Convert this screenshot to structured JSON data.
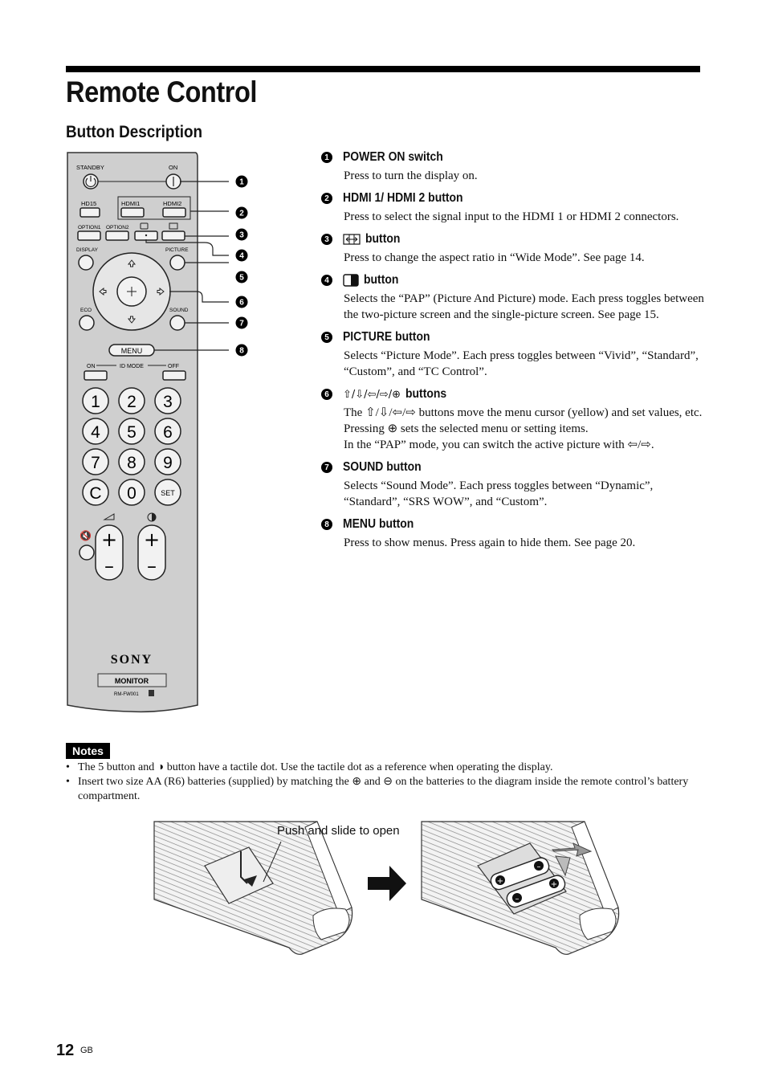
{
  "page": {
    "title": "Remote Control",
    "subtitle": "Button Description"
  },
  "remote": {
    "labels": {
      "standby": "STANDBY",
      "on": "ON",
      "hd15": "HD15",
      "hdmi1": "HDMI1",
      "hdmi2": "HDMI2",
      "option1": "OPTION1",
      "option2": "OPTION2",
      "display": "DISPLAY",
      "picture": "PICTURE",
      "eco": "ECO",
      "sound": "SOUND",
      "menu": "MENU",
      "id_on": "ON",
      "id_mode": "ID MODE",
      "id_off": "OFF",
      "brand": "SONY",
      "monitor": "MONITOR",
      "model": "RM-FW001"
    },
    "keypad": [
      "1",
      "2",
      "3",
      "4",
      "5",
      "6",
      "7",
      "8",
      "9",
      "C",
      "0",
      "SET"
    ],
    "callouts": [
      "1",
      "2",
      "3",
      "4",
      "5",
      "6",
      "7",
      "8"
    ]
  },
  "descriptions": [
    {
      "num": "1",
      "title": "POWER ON switch",
      "text": [
        "Press to turn the display on."
      ]
    },
    {
      "num": "2",
      "title": "HDMI 1/ HDMI 2 button",
      "text": [
        "Press to select the signal input to the HDMI 1 or HDMI 2 connectors."
      ]
    },
    {
      "num": "3",
      "title": "button",
      "icon": "wide-mode-icon",
      "text": [
        "Press to change the aspect ratio in “Wide Mode”. See page 14."
      ]
    },
    {
      "num": "4",
      "title": "button",
      "icon": "pap-icon",
      "text": [
        "Selects the “PAP” (Picture And Picture) mode. Each press toggles between the two-picture screen and the single-picture screen. See page 15."
      ]
    },
    {
      "num": "5",
      "title": "PICTURE button",
      "text": [
        "Selects “Picture Mode”. Each press toggles between “Vivid”, “Standard”, “Custom”, and “TC Control”."
      ]
    },
    {
      "num": "6",
      "title": "buttons",
      "icon": "arrow-buttons-icon",
      "text": [
        "The ⇧/⇩/⇦/⇨ buttons move the menu cursor (yellow) and set values, etc. Pressing ⊕ sets the selected menu or setting items.",
        "In the “PAP” mode, you can switch the active picture with ⇦/⇨."
      ]
    },
    {
      "num": "7",
      "title": "SOUND button",
      "text": [
        "Selects “Sound Mode”. Each press toggles between “Dynamic”, “Standard”, “SRS WOW”, and “Custom”."
      ]
    },
    {
      "num": "8",
      "title": "MENU button",
      "text": [
        "Press to show menus. Press again to hide them. See page 20."
      ]
    }
  ],
  "notes": {
    "label": "Notes",
    "items": [
      "The 5 button and ◑ button have a tactile dot. Use the tactile dot as a reference when operating the display.",
      "Insert two size AA (R6) batteries (supplied) by matching the ⊕ and ⊖ on the batteries to the diagram inside the remote control’s battery compartment."
    ]
  },
  "illustration": {
    "caption": "Push and slide to open"
  },
  "footer": {
    "page_number": "12",
    "suffix": "GB"
  }
}
